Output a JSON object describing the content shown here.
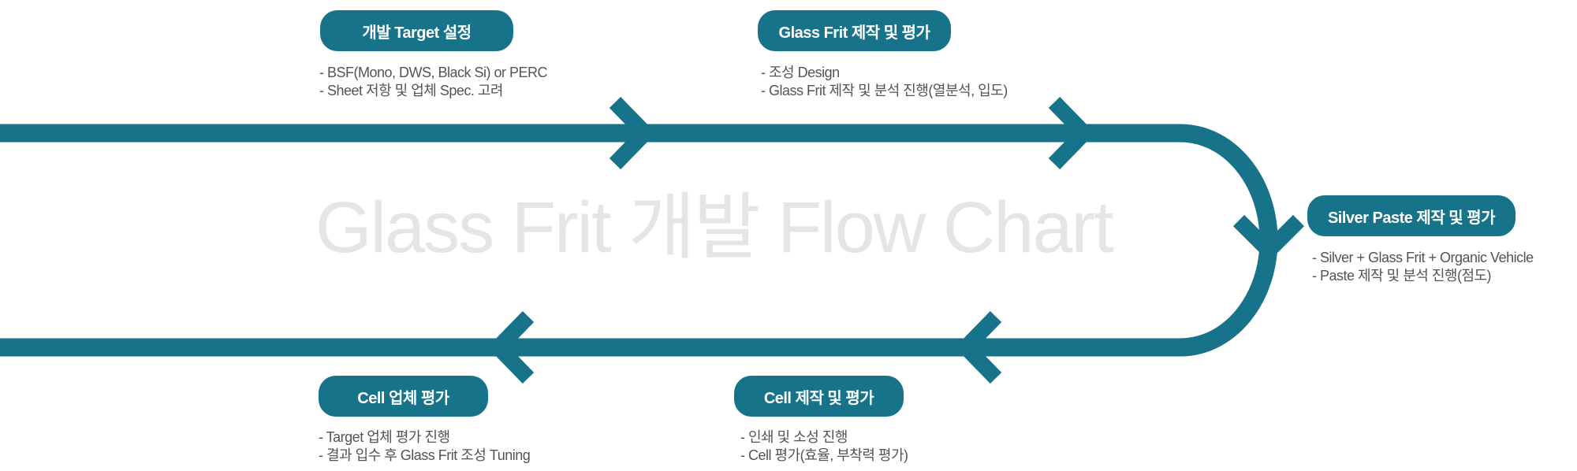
{
  "watermark": "Glass Frit 개발 Flow Chart",
  "colors": {
    "accent": "#17738a",
    "text": "#4f5558",
    "watermark": "#e5e5e5"
  },
  "steps": [
    {
      "title": "개발 Target 설정",
      "lines": [
        "- BSF(Mono, DWS, Black Si) or PERC",
        "- Sheet 저항 및 업체 Spec. 고려"
      ]
    },
    {
      "title": "Glass Frit 제작 및 평가",
      "lines": [
        "- 조성 Design",
        "- Glass Frit 제작 및 분석 진행(열분석, 입도)"
      ]
    },
    {
      "title": "Silver Paste 제작 및 평가",
      "lines": [
        "- Silver + Glass Frit + Organic Vehicle",
        "- Paste 제작 및 분석 진행(점도)"
      ]
    },
    {
      "title": "Cell 제작 및 평가",
      "lines": [
        "- 인쇄 및 소성 진행",
        "- Cell 평가(효율, 부착력 평가)"
      ]
    },
    {
      "title": "Cell 업체 평가",
      "lines": [
        "- Target 업체 평가 진행",
        "- 결과 입수 후 Glass Frit 조성 Tuning"
      ]
    }
  ]
}
